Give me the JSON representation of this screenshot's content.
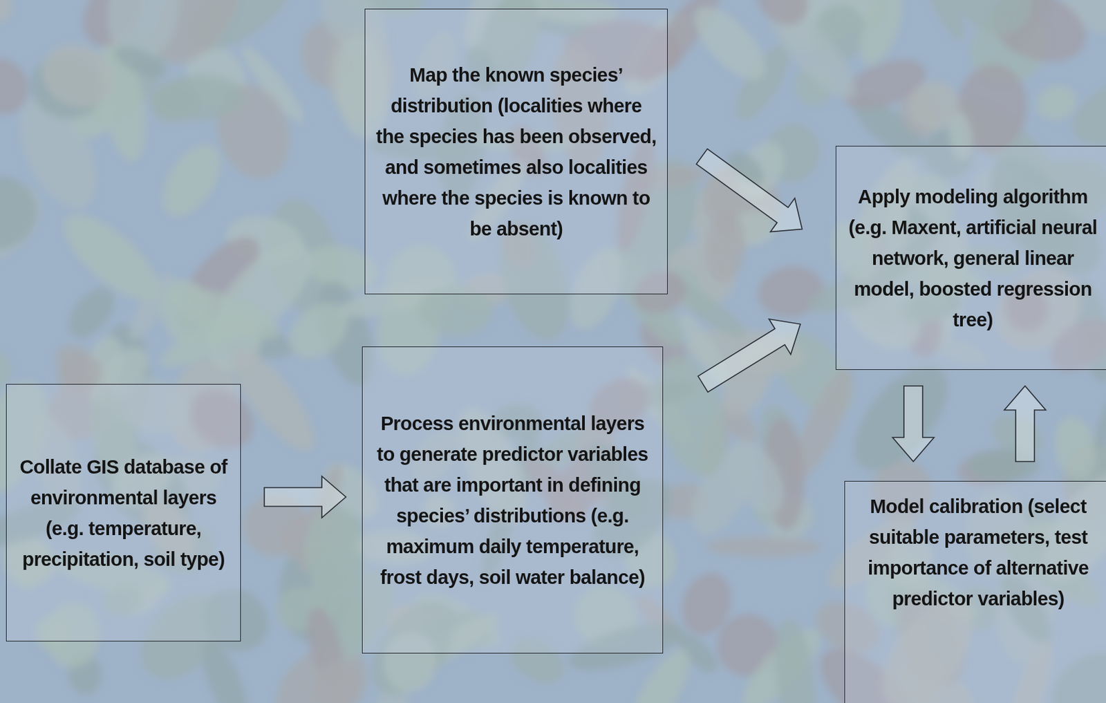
{
  "diagram": {
    "nodes": [
      {
        "text": [
          "Collate GIS database of environmental layers (e.g. temperature, precipitation, soil type)"
        ]
      },
      {
        "text": [
          "Process environmental layers to generate predictor variables that are important in defining species’ distributions (e.g. maximum daily temperature, frost days, soil water balance)"
        ]
      },
      {
        "text": [
          "Map the known species’ distribution (localities where the species has been observed, and sometimes also localities where the species is known to be absent)"
        ]
      },
      {
        "text": [
          "Apply modeling algorithm (e.g. Maxent, artificial neural network, general linear model, boosted regression tree)"
        ]
      },
      {
        "text": [
          "Model calibration (select suitable parameters, test importance of alternative predictor variables)"
        ]
      }
    ],
    "edges": [
      {
        "from": 0,
        "to": 1,
        "arrow": "to"
      },
      {
        "from": 1,
        "to": 3,
        "arrow": "to"
      },
      {
        "from": 2,
        "to": 3,
        "arrow": "to"
      },
      {
        "from": 3,
        "to": 4,
        "arrow": "to"
      },
      {
        "from": 4,
        "to": 3,
        "arrow": "to"
      }
    ]
  }
}
